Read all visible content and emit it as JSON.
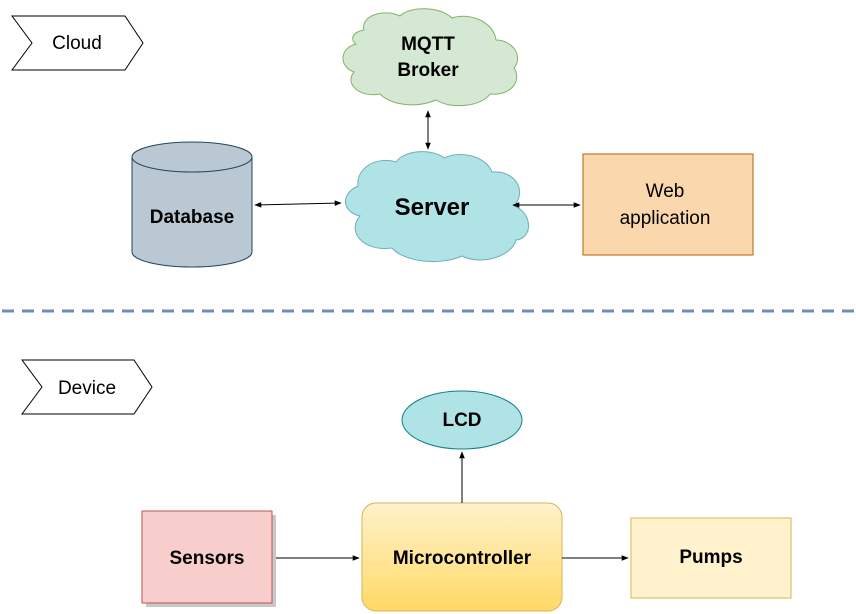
{
  "zones": {
    "cloud": {
      "label": "Cloud"
    },
    "device": {
      "label": "Device"
    }
  },
  "nodes": {
    "mqtt_broker": {
      "line1": "MQTT",
      "line2": "Broker",
      "shape": "cloud",
      "fill": "#d5e8d4",
      "stroke": "#82b366"
    },
    "server": {
      "label": "Server",
      "shape": "cloud",
      "fill": "#b0e3e6",
      "stroke": "#6cb0b6"
    },
    "database": {
      "label": "Database",
      "shape": "cylinder",
      "fill": "#bac8d3",
      "stroke": "#23445d"
    },
    "web_application": {
      "line1": "Web",
      "line2": "application",
      "shape": "rectangle",
      "fill": "#fad7ac",
      "stroke": "#b46504"
    },
    "lcd": {
      "label": "LCD",
      "shape": "ellipse",
      "fill": "#b0e3e6",
      "stroke": "#0e8088"
    },
    "sensors": {
      "label": "Sensors",
      "shape": "rectangle",
      "fill": "#f8cecc",
      "stroke": "#b85450"
    },
    "microcontroller": {
      "label": "Microcontroller",
      "shape": "rounded-rectangle",
      "fill": "#fff2cc",
      "stroke": "#d6b656"
    },
    "pumps": {
      "label": "Pumps",
      "shape": "rectangle",
      "fill": "#fff2cc",
      "stroke": "#d6b656"
    }
  },
  "edges": [
    {
      "from": "database",
      "to": "server",
      "direction": "both"
    },
    {
      "from": "server",
      "to": "web_application",
      "direction": "both"
    },
    {
      "from": "mqtt_broker",
      "to": "server",
      "direction": "both"
    },
    {
      "from": "sensors",
      "to": "microcontroller",
      "direction": "forward"
    },
    {
      "from": "microcontroller",
      "to": "pumps",
      "direction": "forward"
    },
    {
      "from": "microcontroller",
      "to": "lcd",
      "direction": "forward"
    }
  ],
  "divider": {
    "style": "dashed",
    "color": "#6c8ebf"
  }
}
